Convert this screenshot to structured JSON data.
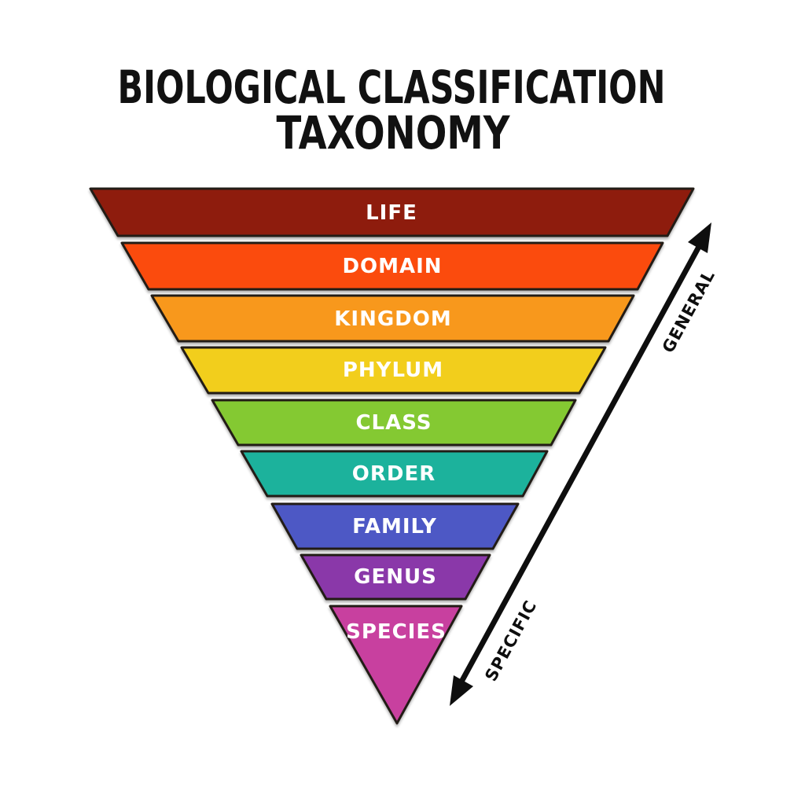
{
  "title": {
    "line1": "BIOLOGICAL CLASSIFICATION",
    "line2": "TAXONOMY"
  },
  "pyramid": {
    "label_color": "#ffffff",
    "outline_color": "#241c18",
    "levels": [
      {
        "label": "Life",
        "color": "#8e1b0f"
      },
      {
        "label": "Domain",
        "color": "#fb4b0e"
      },
      {
        "label": "Kingdom",
        "color": "#f8981d"
      },
      {
        "label": "Phylum",
        "color": "#f2ce1e"
      },
      {
        "label": "Class",
        "color": "#84c930"
      },
      {
        "label": "Order",
        "color": "#1cb29c"
      },
      {
        "label": "Family",
        "color": "#4d59c5"
      },
      {
        "label": "Genus",
        "color": "#8a39a9"
      },
      {
        "label": "Species",
        "color": "#c8419f"
      }
    ]
  },
  "axis": {
    "arrow_color": "#0e0e0e",
    "top_label": "GENERAL",
    "bottom_label": "SPECIFIC"
  }
}
